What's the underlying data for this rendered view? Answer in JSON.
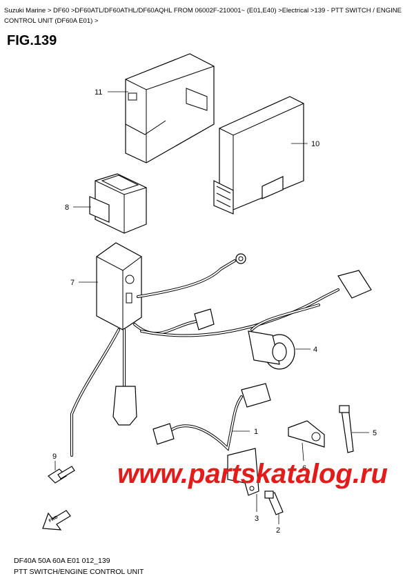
{
  "breadcrumb": "Suzuki Marine > DF60 >DF60ATL/DF60ATHL/DF60AQHL FROM 06002F-210001~ (E01,E40) >Electrical >139 - PTT SWITCH / ENGINE CONTROL UNIT (DF60A E01) >",
  "figure_title": "FIG.139",
  "callouts": {
    "p1": "1",
    "p2": "2",
    "p3": "3",
    "p4": "4",
    "p5": "5",
    "p6": "6",
    "p7": "7",
    "p8": "8",
    "p9": "9",
    "p10": "10",
    "p11": "11"
  },
  "fwd_label": "FWD",
  "watermark": "www.partskatalog.ru",
  "diagram_code": "DF40A 50A 60A E01 012_139",
  "caption": "PTT SWITCH/ENGINE CONTROL UNIT",
  "colors": {
    "watermark": "#e21b1b",
    "ink": "#000000"
  }
}
